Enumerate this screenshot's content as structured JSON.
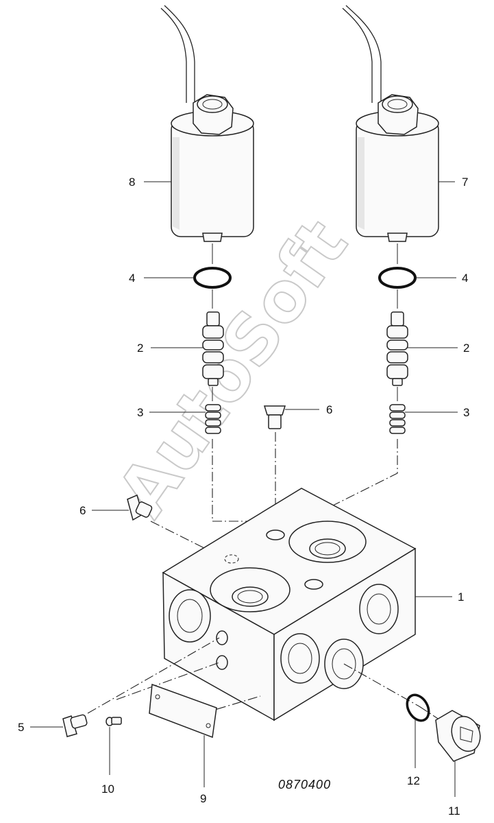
{
  "callouts": {
    "c1": "1",
    "c2_left": "2",
    "c2_right": "2",
    "c3_left": "3",
    "c3_right": "3",
    "c4_left": "4",
    "c4_right": "4",
    "c5": "5",
    "c6_top": "6",
    "c6_left": "6",
    "c7": "7",
    "c8": "8",
    "c9": "9",
    "c10": "10",
    "c11": "11",
    "c12": "12"
  },
  "drawing_number": "0870400",
  "watermark": "AutoSoft"
}
